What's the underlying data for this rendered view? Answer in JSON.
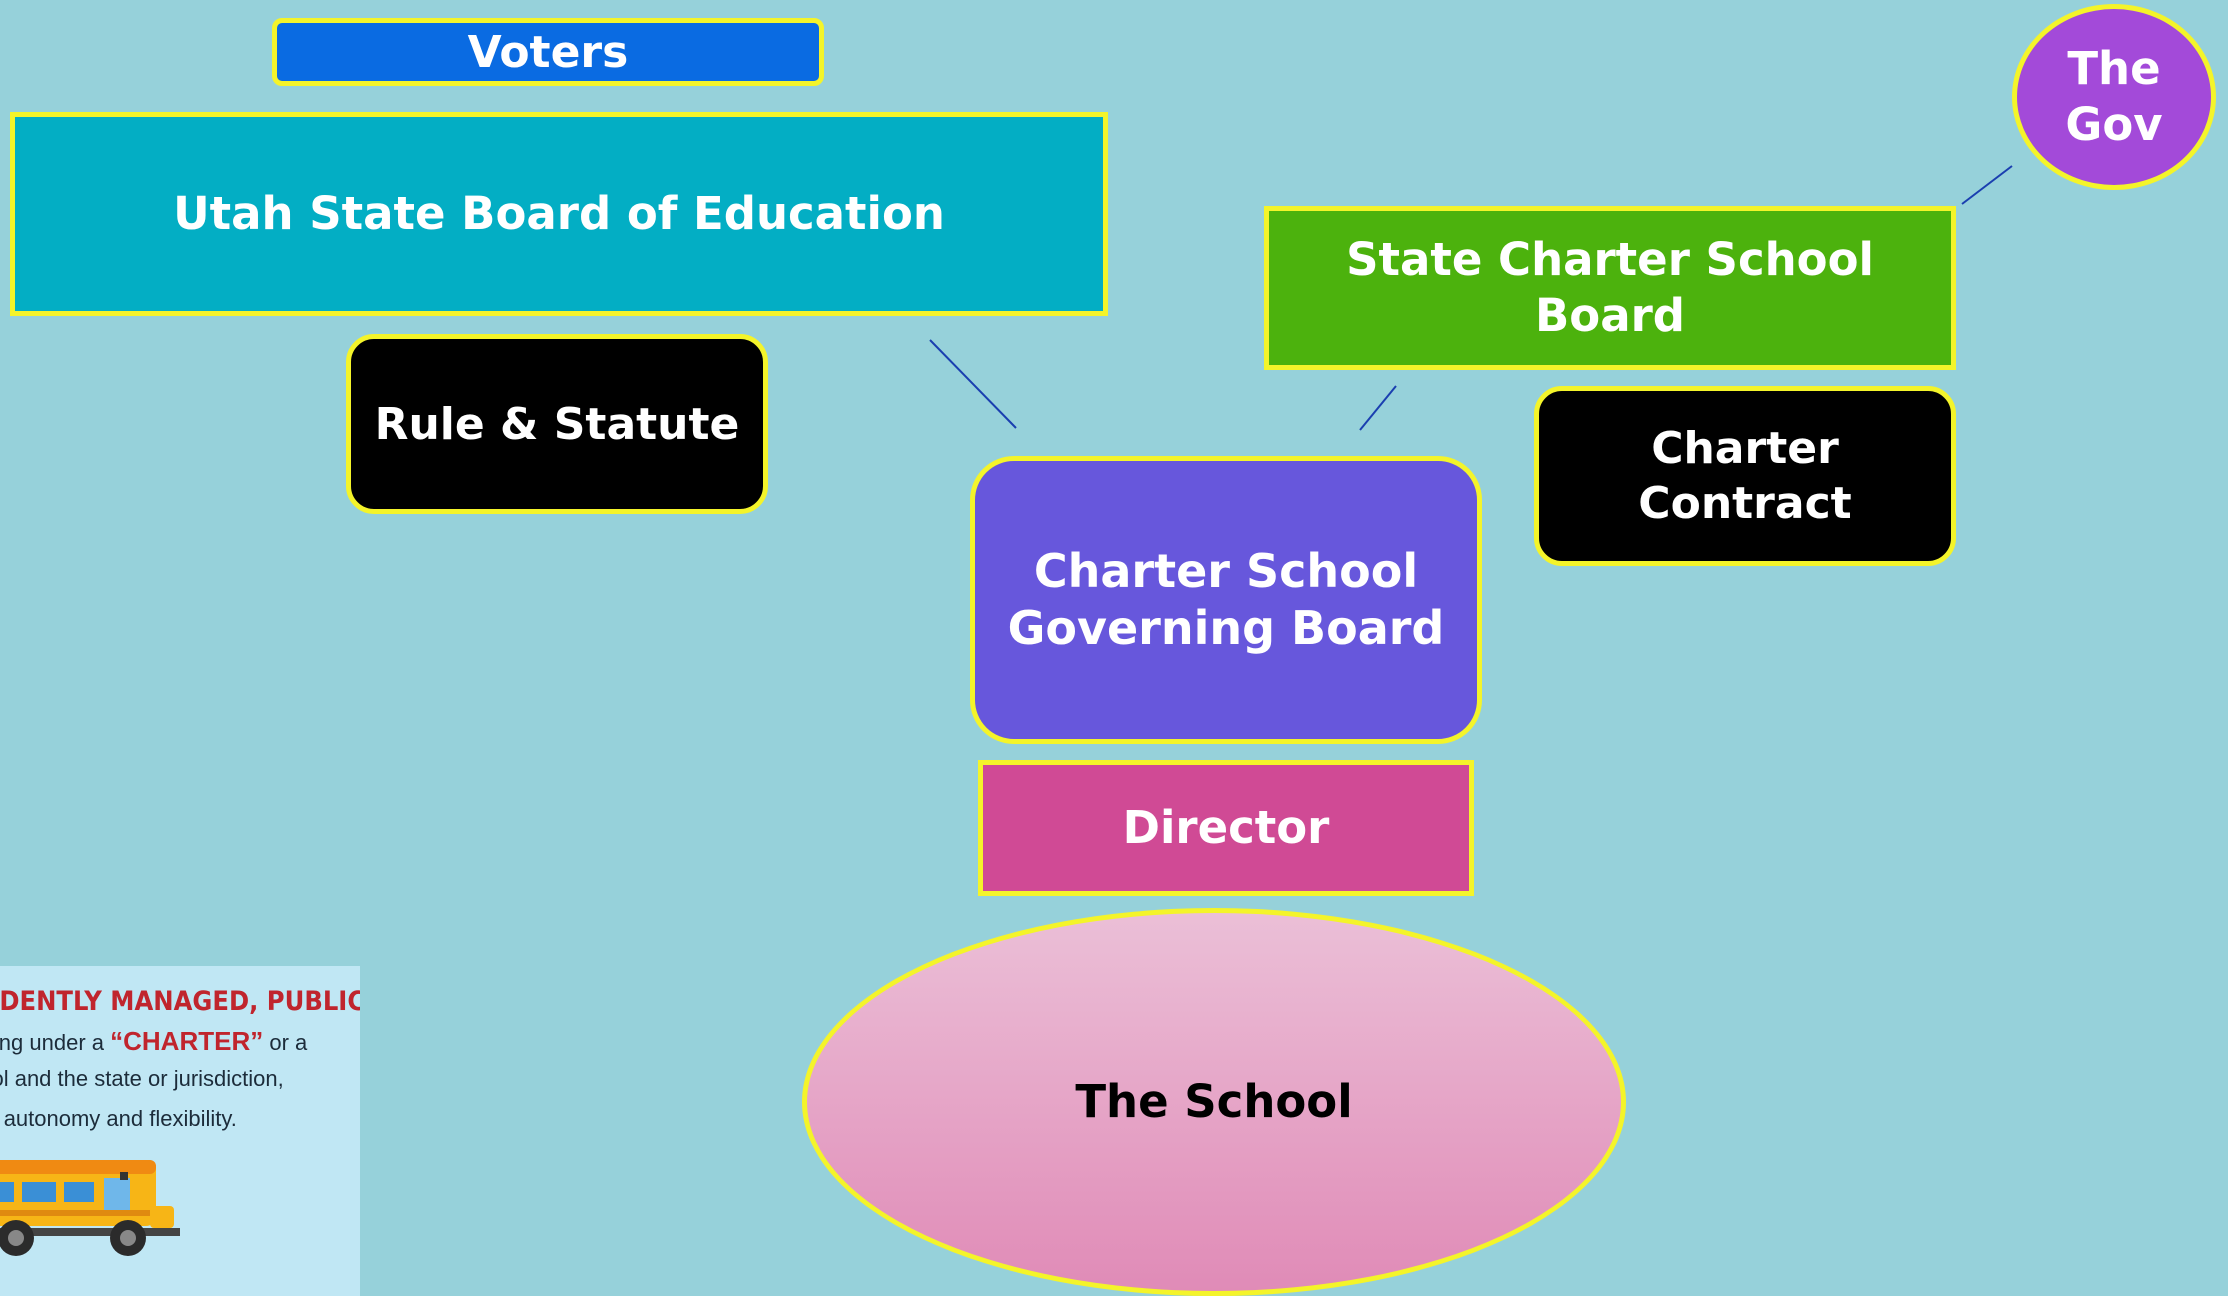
{
  "nodes": {
    "voters": "Voters",
    "usbe": "Utah State Board of Education",
    "rule_statute": "Rule & Statute",
    "state_charter_board": "State Charter School Board",
    "charter_contract": "Charter\nContract",
    "gov": "The\nGov",
    "governing_board": "Charter School\nGoverning Board",
    "director": "Director",
    "school": "The School"
  },
  "infocard": {
    "title": "EPENDENTLY MANAGED, PUBLICLY",
    "line1_pre": "erating under a ",
    "line1_charter": "“CHARTER”",
    "line1_post": " or a",
    "line2": "chool and the state or jurisdiction,",
    "line3": "cant autonomy and flexibility.",
    "bus_icon": "school-bus-icon"
  },
  "colors": {
    "background": "#96d1da",
    "border": "#f4f42a",
    "voters": "#0a6be2",
    "usbe": "#03aec4",
    "state_charter_board": "#4cb20d",
    "gov": "#a34ad9",
    "governing_board": "#6757dc",
    "director": "#d04a95",
    "school": "#e3a0c4",
    "connector": "#1a3fb0"
  }
}
